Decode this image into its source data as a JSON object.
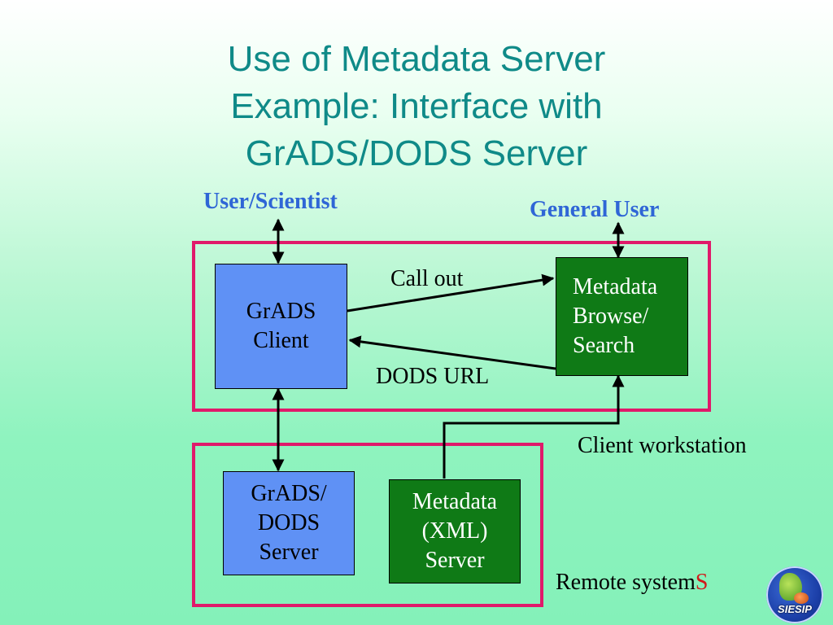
{
  "title": {
    "line1": "Use of Metadata Server",
    "line2": "Example: Interface with",
    "line3": "GrADS/DODS Server"
  },
  "labels": {
    "user_scientist": "User/Scientist",
    "general_user": "General User",
    "call_out": "Call out",
    "dods_url": "DODS URL",
    "client_workstation": "Client workstation",
    "remote_systems_main": "Remote system",
    "remote_systems_last": "S"
  },
  "boxes": {
    "grads_client": [
      "GrADS",
      "Client"
    ],
    "metadata_browse": [
      "Metadata",
      "Browse/",
      "Search"
    ],
    "grads_dods_server": [
      "GrADS/",
      "DODS",
      "Server"
    ],
    "metadata_xml_server": [
      "Metadata",
      "(XML)",
      "Server"
    ]
  },
  "logo": {
    "text": "SIESIP"
  },
  "colors": {
    "title": "#0f8a88",
    "label_blue": "#2f66d6",
    "region_border": "#e0196a",
    "box_blue": "#5f91f5",
    "box_green": "#0f7a16",
    "remote_s_red": "#d11a1a"
  }
}
